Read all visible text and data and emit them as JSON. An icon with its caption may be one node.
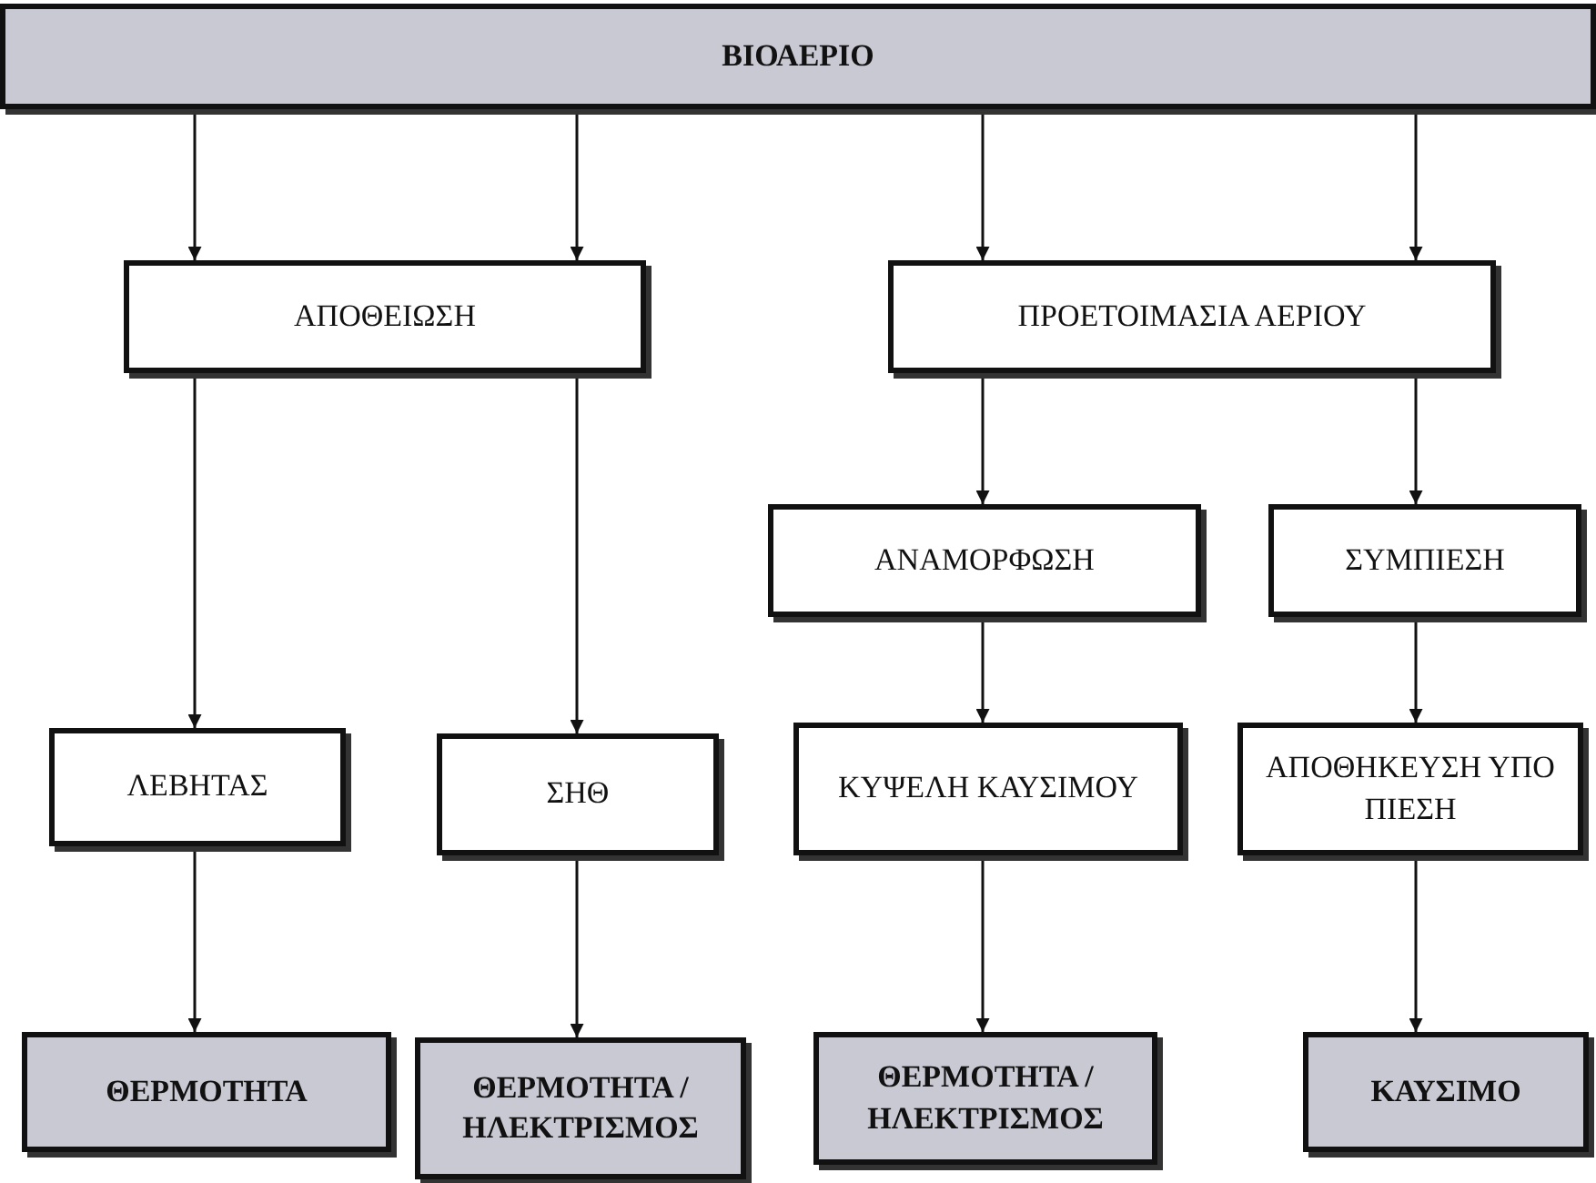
{
  "diagram": {
    "nodes": [
      {
        "text": [
          "ΒΙΟΑΕΡΙΟ"
        ]
      },
      {
        "text": [
          "ΑΠΟΘΕΙΩΣΗ"
        ]
      },
      {
        "text": [
          "ΠΡΟΕΤΟΙΜΑΣΙΑ ΑΕΡΙΟΥ"
        ]
      },
      {
        "text": [
          "ΑΝΑΜΟΡΦΩΣΗ"
        ]
      },
      {
        "text": [
          "ΣΥΜΠΙΕΣΗ"
        ]
      },
      {
        "text": [
          "ΛΕΒΗΤΑΣ"
        ]
      },
      {
        "text": [
          "ΣΗΘ"
        ]
      },
      {
        "text": [
          "ΚΥΨΕΛΗ ΚΑΥΣΙΜΟΥ"
        ]
      },
      {
        "text": [
          "ΑΠΟΘΗΚΕΥΣΗ ΥΠΟ ΠΙΕΣΗ"
        ]
      },
      {
        "text": [
          "ΘΕΡΜΟΤΗΤΑ"
        ]
      },
      {
        "text": [
          "ΘΕΡΜΟΤΗΤΑ / ΗΛΕΚΤΡΙΣΜΟΣ"
        ]
      },
      {
        "text": [
          "ΘΕΡΜΟΤΗΤΑ / ΗΛΕΚΤΡΙΣΜΟΣ"
        ]
      },
      {
        "text": [
          "ΚΑΥΣΙΜΟ"
        ]
      }
    ],
    "edges": [
      {
        "from": 0,
        "to": 1,
        "arrow": "to"
      },
      {
        "from": 0,
        "to": 1,
        "arrow": "to"
      },
      {
        "from": 0,
        "to": 2,
        "arrow": "to"
      },
      {
        "from": 0,
        "to": 2,
        "arrow": "to"
      },
      {
        "from": 1,
        "to": 5,
        "arrow": "to"
      },
      {
        "from": 1,
        "to": 6,
        "arrow": "to"
      },
      {
        "from": 2,
        "to": 3,
        "arrow": "to"
      },
      {
        "from": 2,
        "to": 4,
        "arrow": "to"
      },
      {
        "from": 3,
        "to": 7,
        "arrow": "to"
      },
      {
        "from": 4,
        "to": 8,
        "arrow": "to"
      },
      {
        "from": 5,
        "to": 9,
        "arrow": "to"
      },
      {
        "from": 6,
        "to": 10,
        "arrow": "to"
      },
      {
        "from": 7,
        "to": 11,
        "arrow": "to"
      },
      {
        "from": 8,
        "to": 12,
        "arrow": "to"
      }
    ]
  }
}
